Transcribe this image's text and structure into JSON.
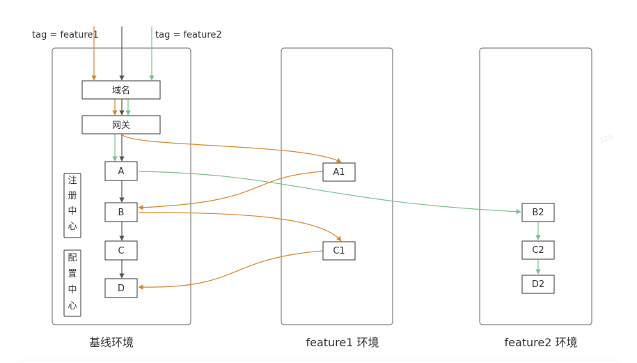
{
  "labels": {
    "tag_feature1": "tag = feature1",
    "tag_feature2": "tag = feature2"
  },
  "environments": {
    "base": "基线环境",
    "feature1": "feature1 环境",
    "feature2": "feature2 环境"
  },
  "side_boxes": {
    "registry": [
      "注",
      "册",
      "中",
      "心"
    ],
    "config": [
      "配",
      "置",
      "中",
      "心"
    ]
  },
  "nodes": {
    "domain": "域名",
    "gateway": "网关",
    "A": "A",
    "B": "B",
    "C": "C",
    "D": "D",
    "A1": "A1",
    "C1": "C1",
    "B2": "B2",
    "C2": "C2",
    "D2": "D2"
  },
  "watermark": "328",
  "colors": {
    "default_path": "#555555",
    "feature1_path": "#d48a2c",
    "feature2_path": "#7cc08f"
  }
}
